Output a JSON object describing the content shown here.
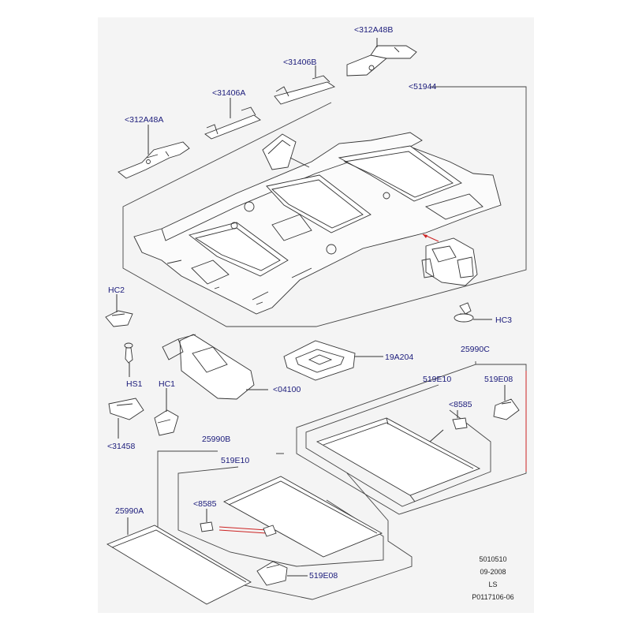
{
  "labels": {
    "l_312A48B_top": "<312A48B",
    "l_31406B": "<31406B",
    "l_31406A": "<31406A",
    "l_312A48A": "<312A48A",
    "l_51944": "<51944",
    "l_HC2": "HC2",
    "l_HS1": "HS1",
    "l_HC1": "HC1",
    "l_31458": "<31458",
    "l_HC3": "HC3",
    "l_19A204": "19A204",
    "l_25990C": "25990C",
    "l_04100": "<04100",
    "l_519E10_right": "519E10",
    "l_519E08_right": "519E08",
    "l_8585_right": "<8585",
    "l_25990B": "25990B",
    "l_519E10_left": "519E10",
    "l_8585_left": "<8585",
    "l_25990A": "25990A",
    "l_519E08_bottom": "519E08"
  },
  "footer": {
    "line1": "5010510",
    "line2": "09-2008",
    "line3": "LS",
    "line4": "P0117106-06"
  },
  "colors": {
    "panel_bg": "#f4f4f4",
    "line": "#333333",
    "label": "#1a1a7a",
    "leader_red": "#cc2222"
  }
}
